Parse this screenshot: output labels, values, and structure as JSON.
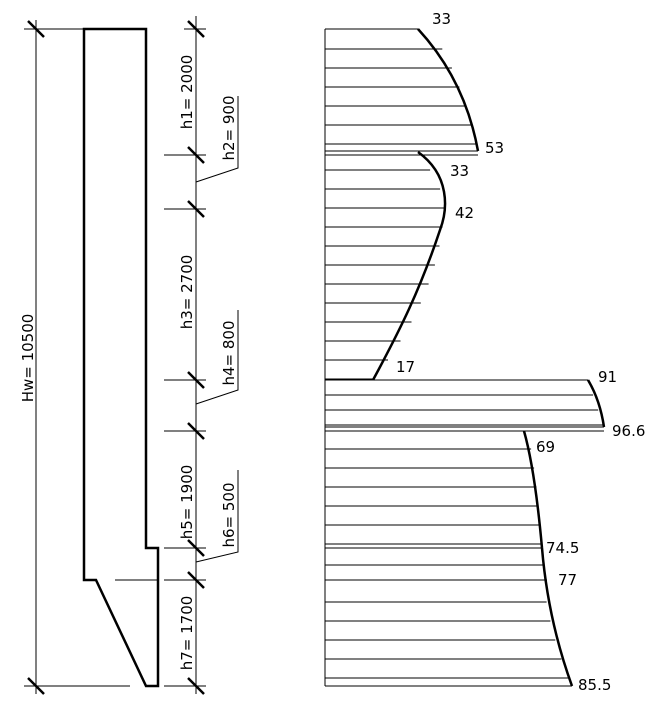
{
  "wall_height": {
    "label": "Hw= 10500"
  },
  "heights": [
    {
      "id": "h1",
      "label": "h1= 2000",
      "boxed": false
    },
    {
      "id": "h2",
      "label": "h2= 900",
      "boxed": true
    },
    {
      "id": "h3",
      "label": "h3= 2700",
      "boxed": false
    },
    {
      "id": "h4",
      "label": "h4= 800",
      "boxed": true
    },
    {
      "id": "h5",
      "label": "h5= 1900",
      "boxed": false
    },
    {
      "id": "h6",
      "label": "h6= 500",
      "boxed": true
    },
    {
      "id": "h7",
      "label": "h7= 1700",
      "boxed": false
    }
  ],
  "pressure_values": [
    "33",
    "53",
    "33",
    "42",
    "17",
    "91",
    "96.6",
    "69",
    "74.5",
    "77",
    "85.5"
  ]
}
